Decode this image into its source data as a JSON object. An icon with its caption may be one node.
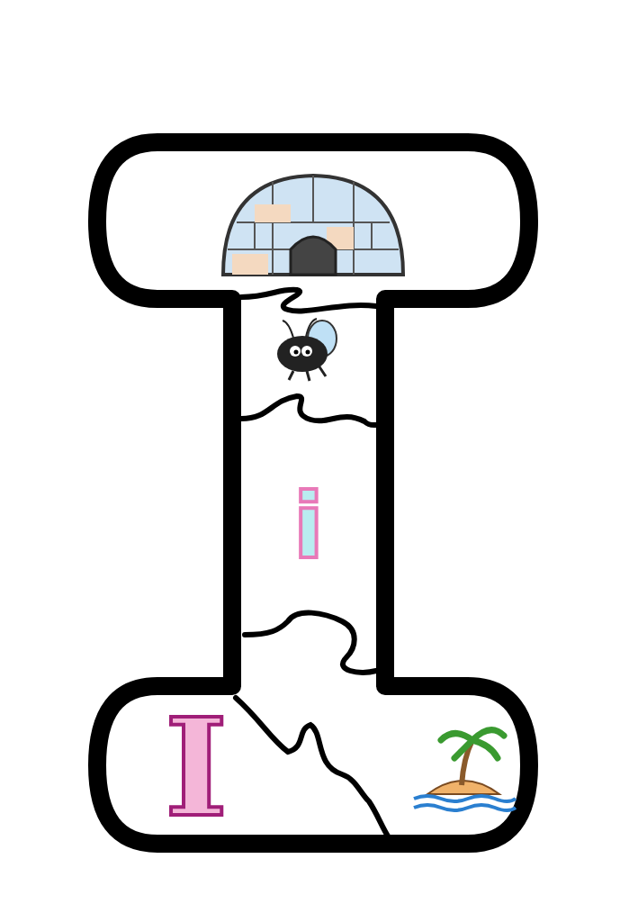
{
  "diagram": {
    "nodes": [
      {
        "text": [],
        "shape": "picture"
      },
      {
        "text": [],
        "shape": "picture"
      },
      {
        "text": [
          "i"
        ]
      },
      {
        "text": [
          "I"
        ]
      },
      {
        "text": [],
        "shape": "picture"
      }
    ]
  }
}
